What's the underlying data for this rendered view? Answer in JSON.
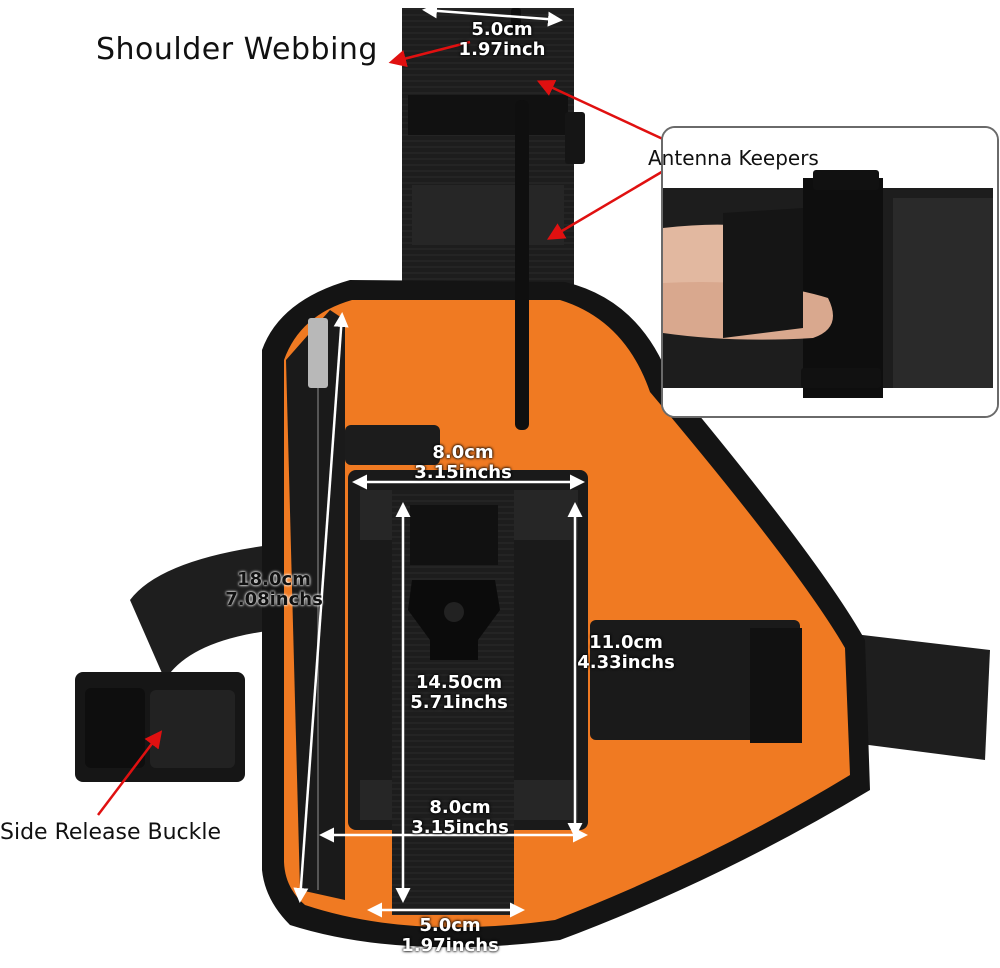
{
  "labels": {
    "shoulder_webbing": "Shoulder Webbing",
    "antenna_keepers": "Antenna Keepers",
    "side_release_buckle": "Side Release Buckle"
  },
  "dimensions": {
    "top_strap": {
      "cm": "5.0cm",
      "inch": "1.97inch"
    },
    "pouch_top": {
      "cm": "8.0cm",
      "inch": "3.15inchs"
    },
    "side_height": {
      "cm": "18.0cm",
      "inch": "7.08inchs"
    },
    "pouch_height": {
      "cm": "11.0cm",
      "inch": "4.33inchs"
    },
    "center_strap": {
      "cm": "14.50cm",
      "inch": "5.71inchs"
    },
    "pouch_bottom": {
      "cm": "8.0cm",
      "inch": "3.15inchs"
    },
    "bottom_strap": {
      "cm": "5.0cm",
      "inch": "1.97inchs"
    }
  },
  "colors": {
    "orange": "#f07a22",
    "webbing": "#1c1c1c",
    "arrow": "#e01010",
    "measure_line": "#ffffff"
  }
}
